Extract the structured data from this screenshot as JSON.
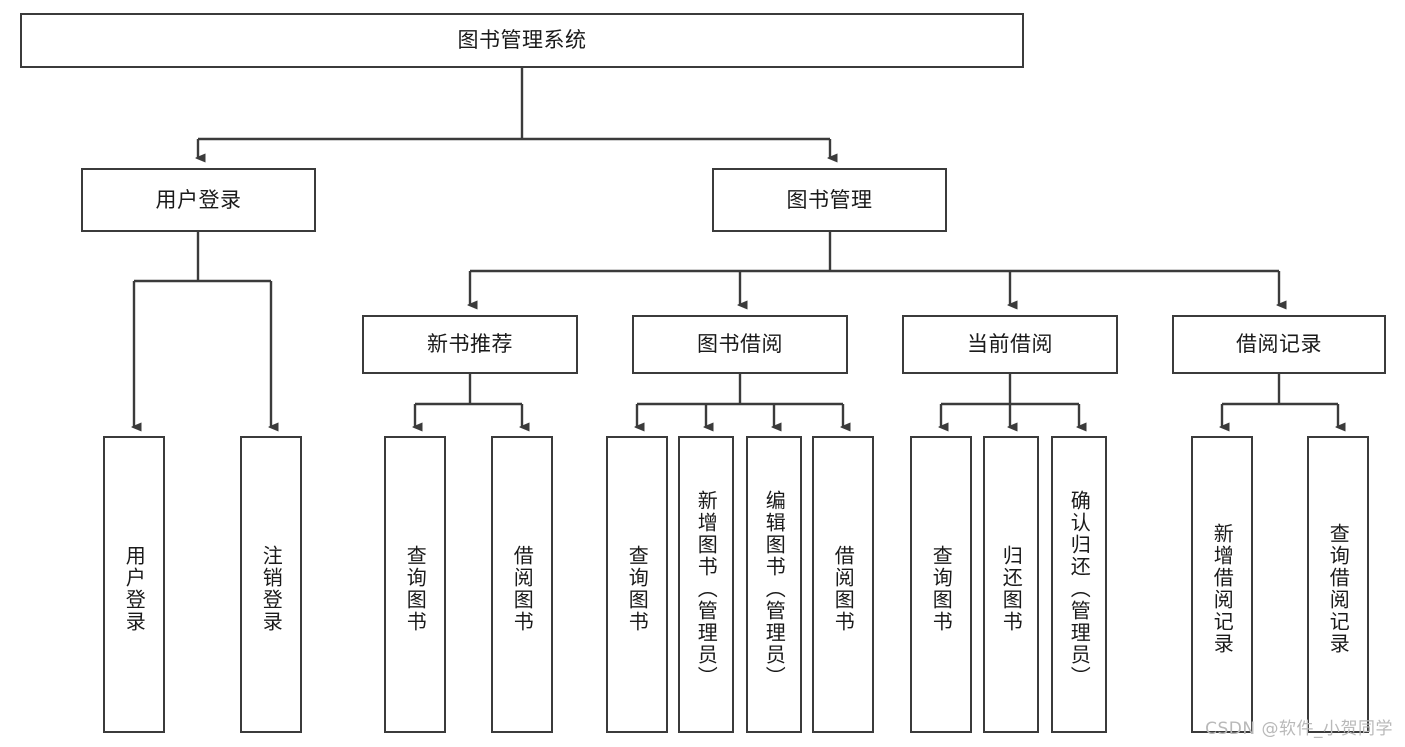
{
  "diagram": {
    "type": "tree-hierarchy-diagram",
    "title_node": {
      "label": "图书管理系统",
      "level": 0
    },
    "level2": [
      {
        "id": "user-login",
        "label": "用户登录"
      },
      {
        "id": "book-management",
        "label": "图书管理"
      }
    ],
    "level3": [
      {
        "id": "new-book-recommend",
        "label": "新书推荐",
        "parent": "book-management"
      },
      {
        "id": "book-borrow",
        "label": "图书借阅",
        "parent": "book-management"
      },
      {
        "id": "current-borrow",
        "label": "当前借阅",
        "parent": "book-management"
      },
      {
        "id": "borrow-record",
        "label": "借阅记录",
        "parent": "book-management"
      }
    ],
    "leaves": [
      {
        "id": "leaf-user-login",
        "label": "用户登录",
        "parent": "user-login"
      },
      {
        "id": "leaf-logout-login",
        "label": "注销登录",
        "parent": "user-login"
      },
      {
        "id": "leaf-query-book-1",
        "label": "查询图书",
        "parent": "new-book-recommend"
      },
      {
        "id": "leaf-borrow-book-1",
        "label": "借阅图书",
        "parent": "new-book-recommend"
      },
      {
        "id": "leaf-query-book-2",
        "label": "查询图书",
        "parent": "book-borrow"
      },
      {
        "id": "leaf-add-book",
        "label": "新增图书（管理员）",
        "parent": "book-borrow"
      },
      {
        "id": "leaf-edit-book",
        "label": "编辑图书（管理员）",
        "parent": "book-borrow"
      },
      {
        "id": "leaf-borrow-book-2",
        "label": "借阅图书",
        "parent": "book-borrow"
      },
      {
        "id": "leaf-query-book-3",
        "label": "查询图书",
        "parent": "current-borrow"
      },
      {
        "id": "leaf-return-book",
        "label": "归还图书",
        "parent": "current-borrow"
      },
      {
        "id": "leaf-confirm-return",
        "label": "确认归还（管理员）",
        "parent": "current-borrow"
      },
      {
        "id": "leaf-add-record",
        "label": "新增借阅记录",
        "parent": "borrow-record"
      },
      {
        "id": "leaf-query-record",
        "label": "查询借阅记录",
        "parent": "borrow-record"
      }
    ],
    "colors": {
      "stroke": "#3b3b3b",
      "text": "#1a1a1a",
      "background": "#ffffff",
      "watermark": "#b9b9b9"
    }
  },
  "watermark": {
    "text": "CSDN @软件_小贺同学"
  }
}
